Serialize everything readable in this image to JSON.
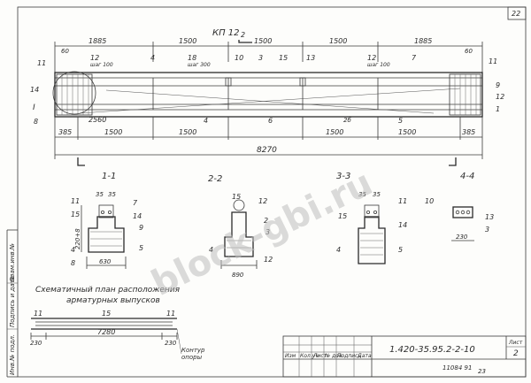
{
  "sheet_number": "22",
  "title": "КП 12",
  "arrow_label_top": "2",
  "top_dims": [
    "1885",
    "1500",
    "1500",
    "1500",
    "1885"
  ],
  "total_length": "8270",
  "sub_left": "385",
  "sub_right": "385",
  "sub_dims": [
    "1500",
    "1500",
    "1500",
    "1500"
  ],
  "inner_dim": "2560",
  "end_dims": [
    "60",
    "60"
  ],
  "pitch_labels": [
    "шаг 100",
    "шаг 300",
    "шаг 100"
  ],
  "pos": [
    "11",
    "12",
    "4",
    "18",
    "10",
    "3",
    "15",
    "13",
    "12",
    "7",
    "11",
    "9",
    "12",
    "1",
    "14",
    "8",
    "4",
    "6",
    "2б",
    "5",
    "1",
    "I"
  ],
  "sections": {
    "s1": "1-1",
    "s2": "2-2",
    "s3": "3-3",
    "s4": "4-4",
    "s1_top": [
      "35",
      "35"
    ],
    "s1_h": "220+8",
    "s1_b": "630",
    "s1_pos": [
      "11",
      "7",
      "15",
      "14",
      "9",
      "4",
      "5",
      "8"
    ],
    "s2_pos": [
      "15",
      "12",
      "2",
      "3",
      "4",
      "12"
    ],
    "s2_b": "890",
    "s3_top": [
      "35",
      "35"
    ],
    "s3_pos": [
      "11",
      "15",
      "14",
      "4",
      "5"
    ],
    "s4_pos": [
      "10",
      "13",
      "3"
    ],
    "s4_b": "230"
  },
  "plan_title_1": "Схематичный  план  расположения",
  "plan_title_2": "арматурных  выпусков",
  "plan": {
    "pos": [
      "11",
      "15",
      "11"
    ],
    "left": "230",
    "mid": "7280",
    "right": "230",
    "note_1": "Контур",
    "note_2": "опоры"
  },
  "stamp": {
    "cols": [
      "Изм",
      "Кол.уч",
      "Лист",
      "№ док",
      "Подпись",
      "Дата"
    ],
    "code": "1.420-35.95.2-2-10",
    "sheet_label": "Лист",
    "sheet": "2",
    "bottom": "11084 91",
    "bottom_2": "23"
  },
  "side_labels": [
    "Инв.№ подл.",
    "Подпись и дата",
    "Взам.инв.№"
  ],
  "watermark": "block-gbi.ru"
}
